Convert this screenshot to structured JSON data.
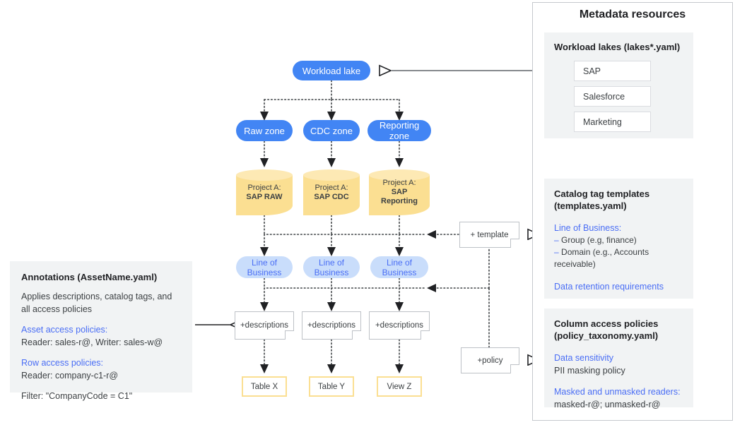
{
  "right_panel": {
    "title": "Metadata resources",
    "lakes": {
      "heading": "Workload lakes (lakes*.yaml)",
      "items": [
        "SAP",
        "Salesforce",
        "Marketing"
      ]
    },
    "templates": {
      "heading_line1": "Catalog tag templates",
      "heading_line2": "(templates.yaml)",
      "lob_label": "Line of Business:",
      "bullets": [
        "Group (e.g, finance)",
        "Domain (e.g., Accounts receivable)"
      ],
      "bullet_mark": "–",
      "retention": "Data retention requirements"
    },
    "policies": {
      "heading_line1": "Column access policies",
      "heading_line2": "(policy_taxonomy.yaml)",
      "sensitivity_label": "Data sensitivity",
      "sensitivity_value": "PII masking policy",
      "readers_label": "Masked and unmasked readers:",
      "readers_value": "masked-r@; unmasked-r@"
    }
  },
  "annotations": {
    "heading": "Annotations (AssetName.yaml)",
    "description_line1": "Applies descriptions, catalog tags, and",
    "description_line2": "all access policies",
    "asset_label": "Asset access policies:",
    "asset_value": "Reader: sales-r@, Writer: sales-w@",
    "row_label": "Row access policies:",
    "row_value": "Reader: company-c1-r@",
    "filter_value": "Filter: \"CompanyCode = C1\""
  },
  "flow": {
    "workload_lake": "Workload lake",
    "zones": [
      {
        "line1": "Raw zone",
        "line2": ""
      },
      {
        "line1": "CDC zone",
        "line2": ""
      },
      {
        "line1": "Reporting",
        "line2": "zone"
      }
    ],
    "projects": [
      {
        "line1": "Project A:",
        "line2": "SAP RAW"
      },
      {
        "line1": "Project A:",
        "line2": "SAP CDC"
      },
      {
        "line1": "Project A:",
        "line2": "SAP",
        "line3": "Reporting"
      }
    ],
    "lob_boxes": [
      {
        "line1": "Line of",
        "line2": "Business"
      },
      {
        "line1": "Line of",
        "line2": "Business"
      },
      {
        "line1": "Line of",
        "line2": "Business"
      }
    ],
    "description_notes": [
      "+descriptions",
      "+descriptions",
      "+descriptions"
    ],
    "assets": [
      "Table X",
      "Table Y",
      "View Z"
    ],
    "template_note": "+ template",
    "policy_note": "+policy"
  },
  "colors": {
    "blue_pill": "#4285f4",
    "lob_pill": "#c9ddfb",
    "lob_text": "#4a6ef5",
    "cylinder": "#fbdf92",
    "panel_bg": "#f1f3f4",
    "accent_blue": "#4a6ef5"
  }
}
